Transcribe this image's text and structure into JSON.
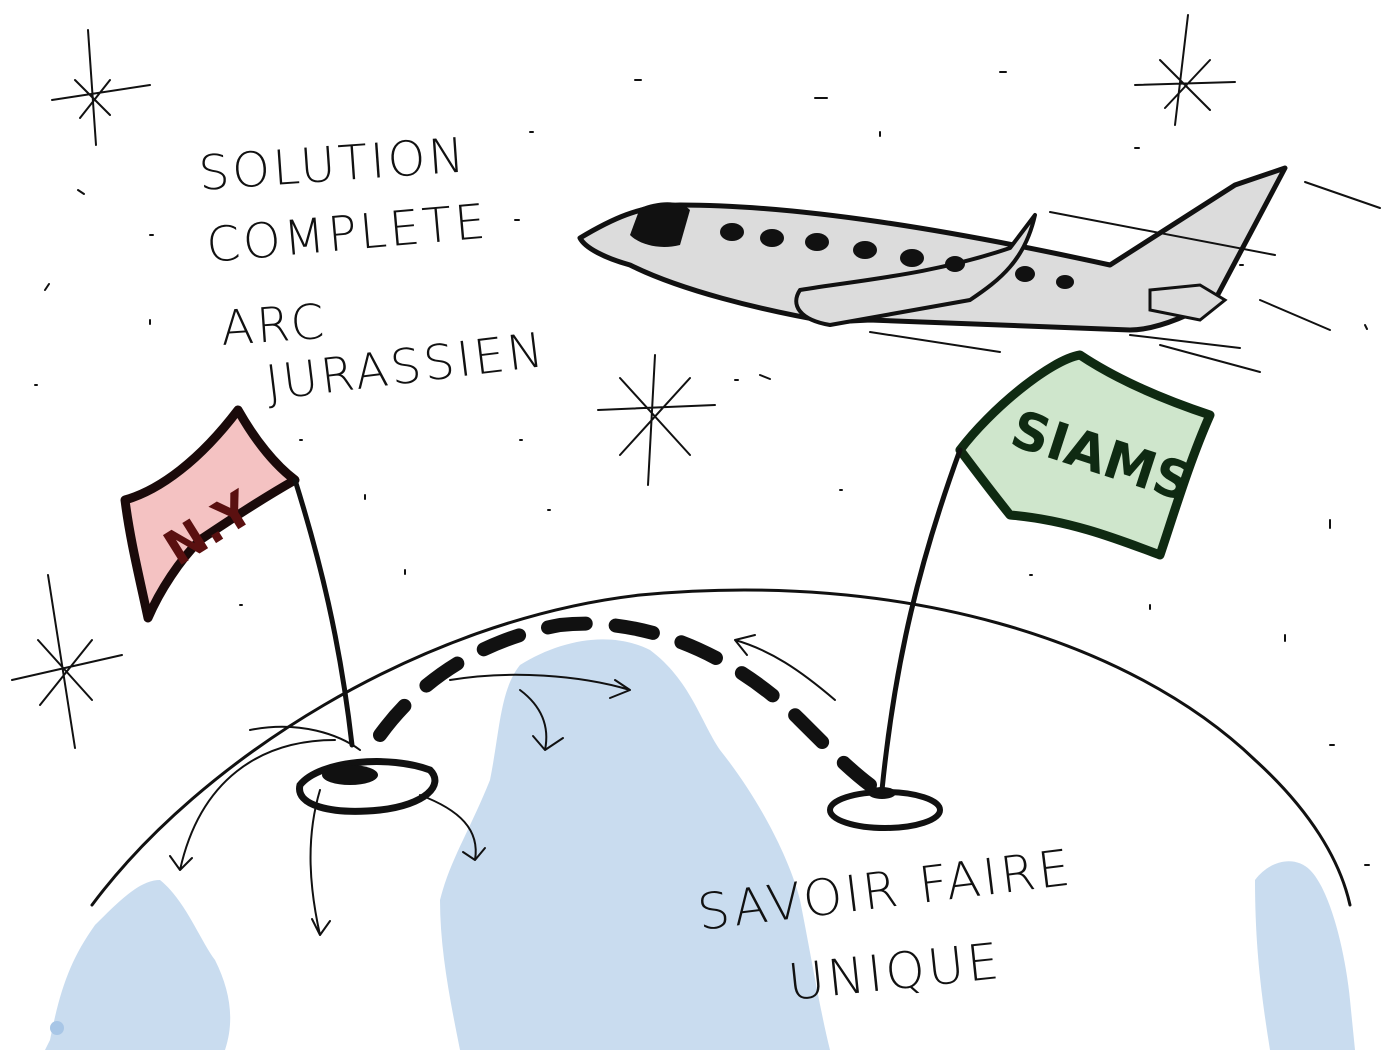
{
  "texts": {
    "solution_line1": "SOLUTION",
    "solution_line2": "COMPLETE",
    "solution_line3": "ARC",
    "solution_line4": "JURASSIEN",
    "flag_left": "N.Y",
    "flag_right": "SIAMS",
    "savoir_line1": "SAVOIR FAIRE",
    "savoir_line2": "UNIQUE"
  },
  "colors": {
    "ink": "#111111",
    "water": "#c9dcef",
    "flag_left_fill": "#f4c2c2",
    "flag_left_ink": "#5a1010",
    "flag_right_fill": "#cfe6cc",
    "flag_right_ink": "#0f2a12",
    "plane_body": "#dcdcdc"
  },
  "icons": [
    "sparkle-icon",
    "airplane-icon",
    "flag-icon",
    "globe-icon",
    "arrow-icon"
  ]
}
